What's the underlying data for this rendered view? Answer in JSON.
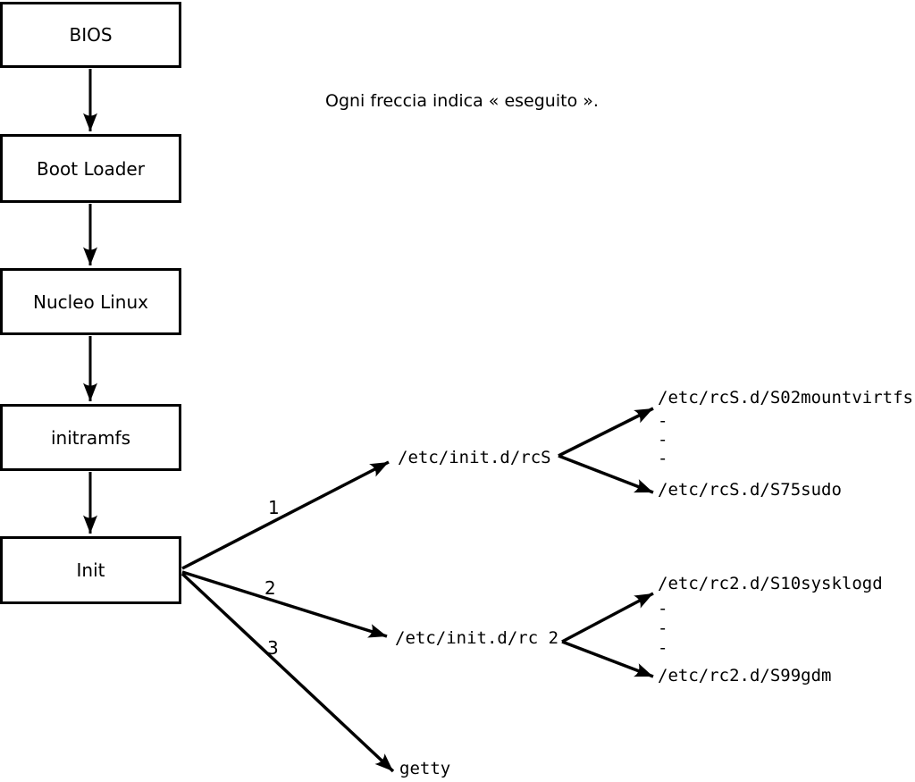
{
  "diagram": {
    "caption": "Ogni freccia indica « eseguito ».",
    "chain": [
      {
        "label": "BIOS"
      },
      {
        "label": "Boot Loader"
      },
      {
        "label": "Nucleo Linux"
      },
      {
        "label": "initramfs"
      },
      {
        "label": "Init"
      }
    ],
    "branches": [
      {
        "number": "1",
        "label": "/etc/init.d/rcS",
        "first_script": "/etc/rcS.d/S02mountvirtfs",
        "dashes": [
          "-",
          "-",
          "-"
        ],
        "last_script": "/etc/rcS.d/S75sudo"
      },
      {
        "number": "2",
        "label": "/etc/init.d/rc 2",
        "first_script": "/etc/rc2.d/S10sysklogd",
        "dashes": [
          "-",
          "-",
          "-"
        ],
        "last_script": "/etc/rc2.d/S99gdm"
      },
      {
        "number": "3",
        "label": "getty"
      }
    ],
    "colors": {
      "line": "#000000",
      "text": "#000000",
      "background": "#ffffff"
    }
  }
}
